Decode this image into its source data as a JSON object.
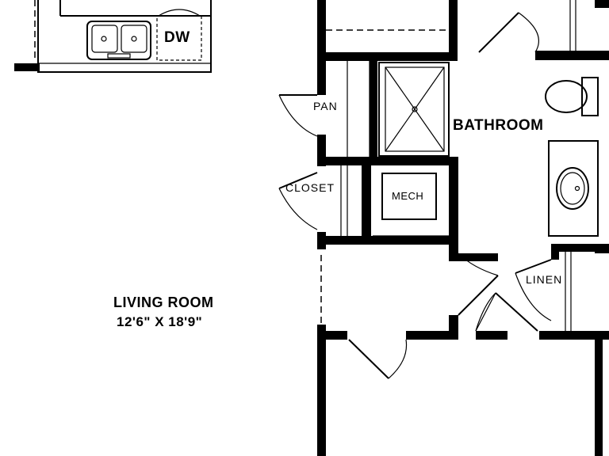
{
  "rooms": {
    "living_room": {
      "name": "LIVING ROOM",
      "dimensions": "12'6\" X 18'9\""
    },
    "bathroom": {
      "name": "BATHROOM"
    },
    "pantry": {
      "name": "PAN"
    },
    "closet": {
      "name": "CLOSET"
    },
    "mechanical": {
      "name": "MECH"
    },
    "linen": {
      "name": "LINEN"
    }
  },
  "fixtures": {
    "dishwasher": {
      "label": "DW"
    }
  }
}
